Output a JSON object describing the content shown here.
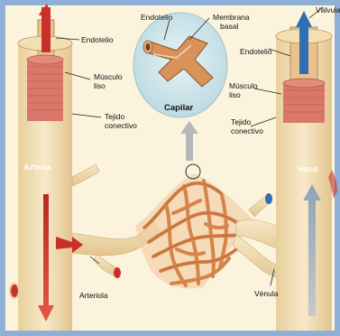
{
  "labels": {
    "left_endotelio": "Endotelio",
    "left_musculo_1": "Músculo",
    "left_musculo_2": "liso",
    "left_tejido_1": "Tejido",
    "left_tejido_2": "conectivo",
    "arteria": "Arteria",
    "arteriola": "Arteriola",
    "inset_endotelio": "Endotelio",
    "inset_membrana_1": "Membrana",
    "inset_membrana_2": "basal",
    "capilar": "Capilar",
    "valvula": "Válvula",
    "right_endotelio": "Endotelio",
    "right_musculo_1": "Músculo",
    "right_musculo_2": "liso",
    "right_tejido_1": "Tejido",
    "right_tejido_2": "conectivo",
    "vena": "Vena",
    "venula": "Vénula"
  },
  "colors": {
    "frame": "#8fb0d6",
    "background": "#fbf3dc",
    "tissue": "#f3dfb2",
    "muscle": "#d9776a",
    "endothelium": "#e9c28e",
    "artery_flow": "#c9302a",
    "vein_flow": "#2f6fb3",
    "capillary": "#d5844a",
    "inset_bg": "#cfe6ec"
  }
}
